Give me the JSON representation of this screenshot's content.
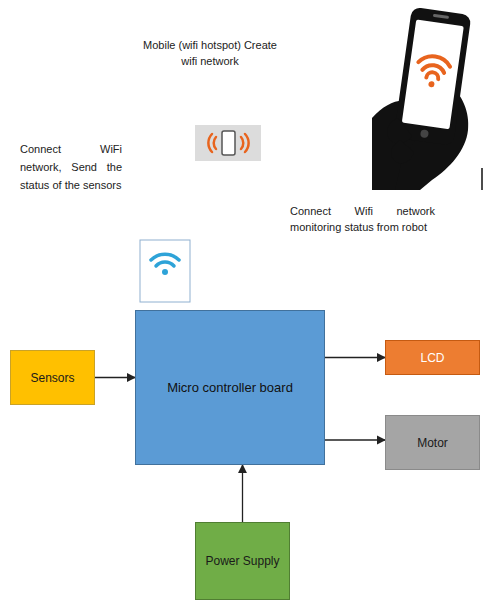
{
  "diagram": {
    "nodes": [
      {
        "text": [
          "Sensors"
        ]
      },
      {
        "text": [
          "Micro controller board"
        ]
      },
      {
        "text": [
          "LCD"
        ]
      },
      {
        "text": [
          "Motor"
        ]
      },
      {
        "text": [
          "Power Supply"
        ]
      }
    ],
    "edges": [
      {
        "from": 0,
        "to": 1,
        "arrow": "to"
      },
      {
        "from": 1,
        "to": 2,
        "arrow": "to"
      },
      {
        "from": 1,
        "to": 3,
        "arrow": "to"
      },
      {
        "from": 4,
        "to": 1,
        "arrow": "to"
      }
    ],
    "labels": [
      "Mobile (wifi hotspot) Create wifi network",
      "Connect WiFi network, Send the status of the sensors",
      "Connect Wifi network monitoring status from robot"
    ]
  }
}
